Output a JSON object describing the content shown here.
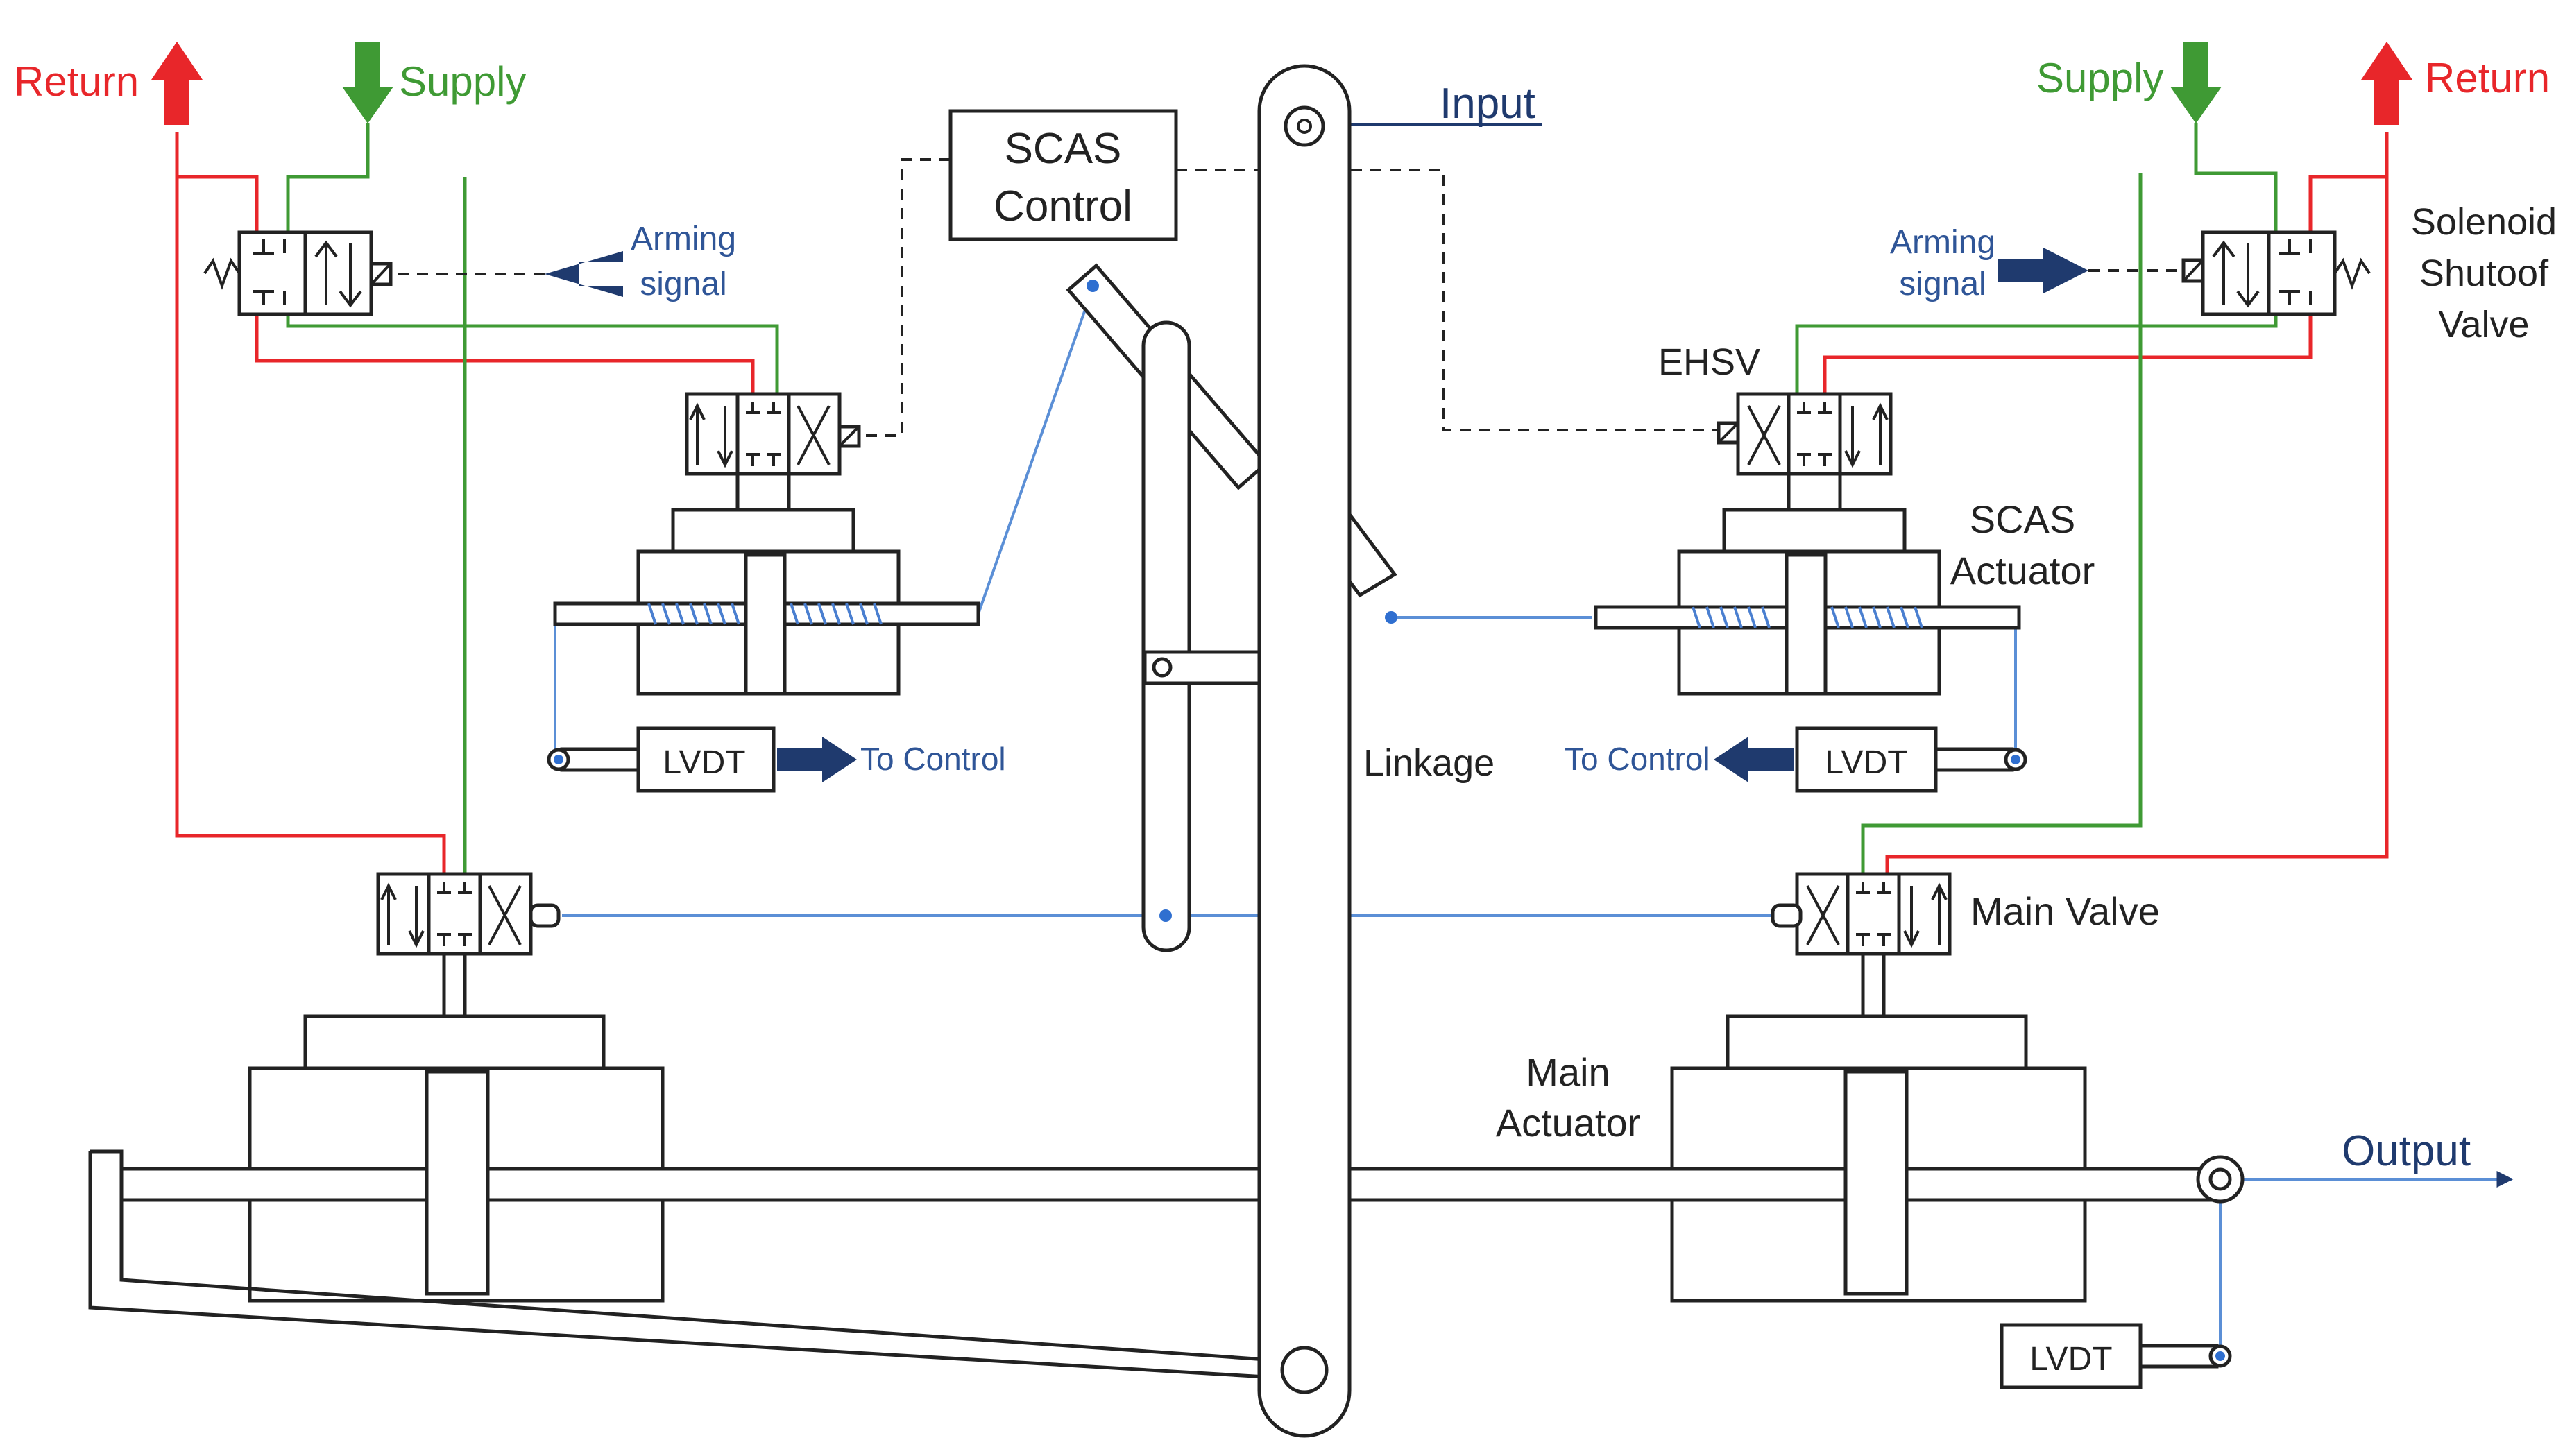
{
  "labels": {
    "return_left": "Return",
    "supply_left": "Supply",
    "arming_left_1": "Arming",
    "arming_left_2": "signal",
    "scas_control_1": "SCAS",
    "scas_control_2": "Control",
    "input": "Input",
    "supply_right": "Supply",
    "return_right": "Return",
    "solenoid_1": "Solenoid",
    "solenoid_2": "Shutoof",
    "solenoid_3": "Valve",
    "arming_right_1": "Arming",
    "arming_right_2": "signal",
    "ehsv": "EHSV",
    "scas_actuator_1": "SCAS",
    "scas_actuator_2": "Actuator",
    "lvdt_left": "LVDT",
    "to_control_left": "To Control",
    "linkage": "Linkage",
    "to_control_right": "To Control",
    "lvdt_right": "LVDT",
    "main_valve": "Main Valve",
    "main_actuator_1": "Main",
    "main_actuator_2": "Actuator",
    "output": "Output",
    "lvdt_output": "LVDT"
  },
  "colors": {
    "return_line": "#e8262a",
    "supply_line": "#3f9a34",
    "signal_line": "#5b8fd6",
    "arrow_navy": "#1f3a6e",
    "text_navy": "#1f3a6e",
    "text_blue": "#2f5597"
  },
  "icons": [
    "return-arrow-icon",
    "supply-arrow-icon",
    "arming-arrow-icon",
    "to-control-arrow-icon",
    "spring-icon",
    "solenoid-icon",
    "pivot-icon"
  ]
}
